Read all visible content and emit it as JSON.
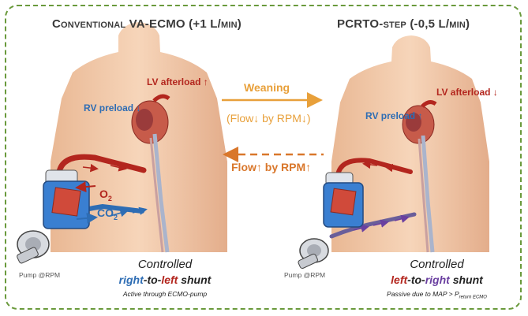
{
  "colors": {
    "frame": "#6a9a3c",
    "artery": "#b3261e",
    "vein": "#2e6db4",
    "left_to_right": "#6a3fa0",
    "weaning": "#e8a03a",
    "reverse": "#d9772b"
  },
  "left_panel": {
    "title_prefix": "C",
    "title_sc": "onventional",
    "title_main": " VA-ECMO (+1 L/",
    "title_unit": "min",
    "title_close": ")",
    "lv_label": "LV afterload ↑",
    "rv_label": "RV preload ↓",
    "o2_main": "O",
    "o2_sub": "2",
    "co2_main": "CO",
    "co2_sub": "2",
    "pump_label": "Pump @RPM",
    "controlled": "Controlled",
    "shunt_a": "right",
    "shunt_b": "-to-",
    "shunt_c": "left",
    "shunt_d": " shunt",
    "note": "Active through ECMO-pump"
  },
  "right_panel": {
    "title_main": "PCRTO-",
    "title_sc": "step",
    "title_close": " (-0,5 L/",
    "title_unit": "min",
    "title_end": ")",
    "lv_label": "LV afterload ↓",
    "rv_label": "RV preload ↑",
    "pump_label": "Pump @RPM",
    "controlled": "Controlled",
    "shunt_a": "left",
    "shunt_b": "-to-",
    "shunt_c": "right",
    "shunt_d": " shunt",
    "note_main": "Passive due to MAP > P",
    "note_sub": "return ECMO"
  },
  "center": {
    "weaning_label": "Weaning",
    "weaning_sub": "(Flow↓ by RPM↓)",
    "reverse_label": "Flow↑ by RPM↑"
  }
}
